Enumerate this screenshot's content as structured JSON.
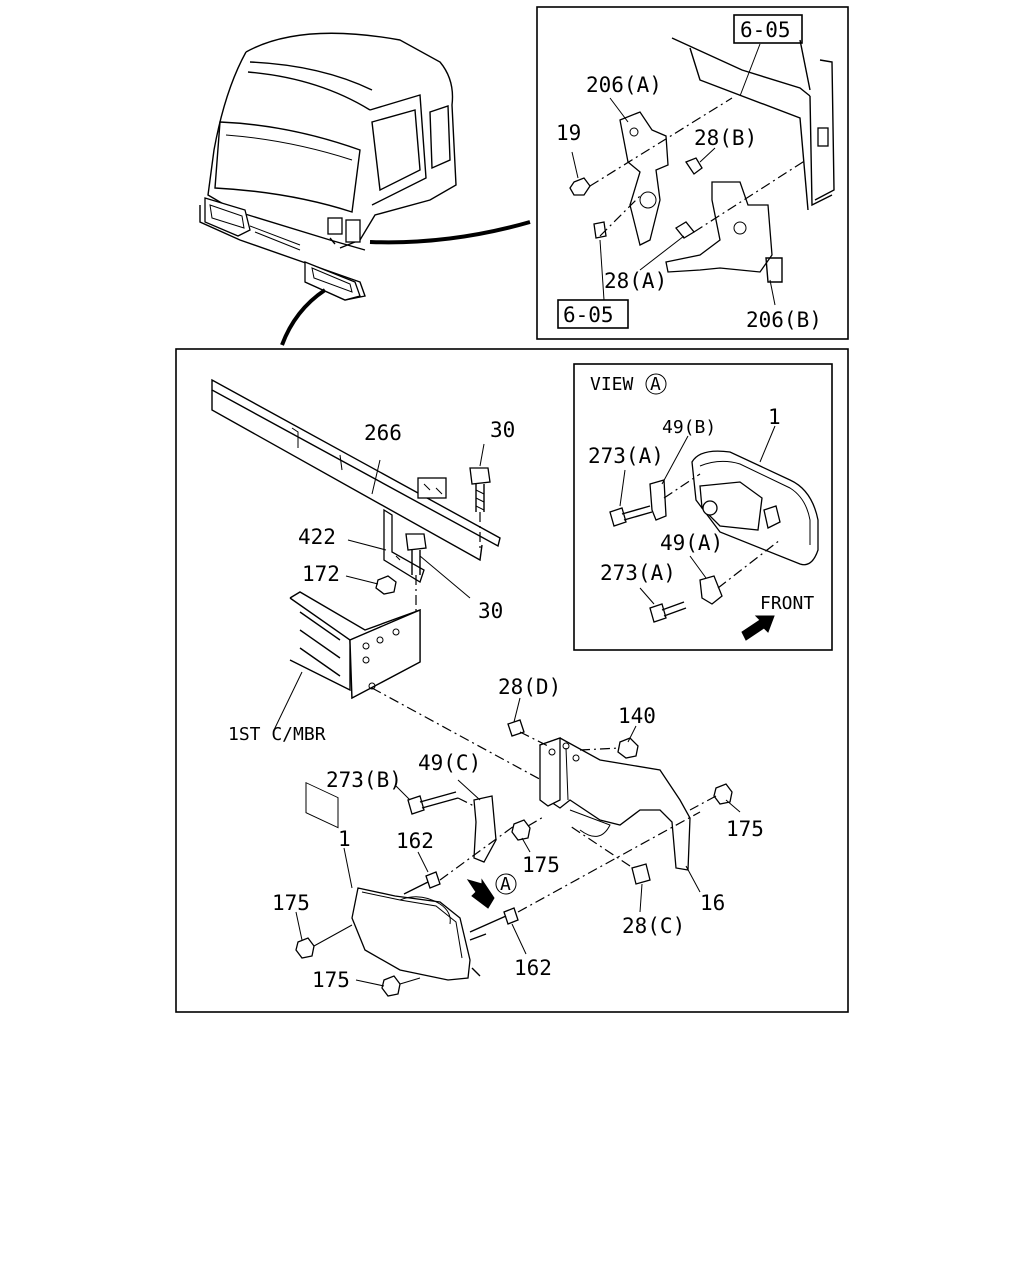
{
  "labels": {
    "ref_top": "6-05",
    "p206a": "206(A)",
    "p19": "19",
    "p28b": "28(B)",
    "p28a": "28(A)",
    "ref_bottom": "6-05",
    "p206b": "206(B)",
    "view_title": "VIEW",
    "view_letter": "A",
    "p49b": "49(B)",
    "p1_view": "1",
    "p273a_top": "273(A)",
    "p49a": "49(A)",
    "p273a_bottom": "273(A)",
    "front": "FRONT",
    "p266": "266",
    "p30_top": "30",
    "p422": "422",
    "p172": "172",
    "p30_mid": "30",
    "first_cmbr": "1ST C/MBR",
    "p28d": "28(D)",
    "p140": "140",
    "p273b": "273(B)",
    "p49c": "49(C)",
    "p175_right": "175",
    "p162_top": "162",
    "p175_mid": "175",
    "p1_main": "1",
    "view_marker": "A",
    "p175_left": "175",
    "p16": "16",
    "p28c": "28(C)",
    "p162_bottom": "162",
    "p175_bottom": "175"
  },
  "icons": [
    "truck-cab",
    "front-arrow",
    "view-a-arrow"
  ]
}
